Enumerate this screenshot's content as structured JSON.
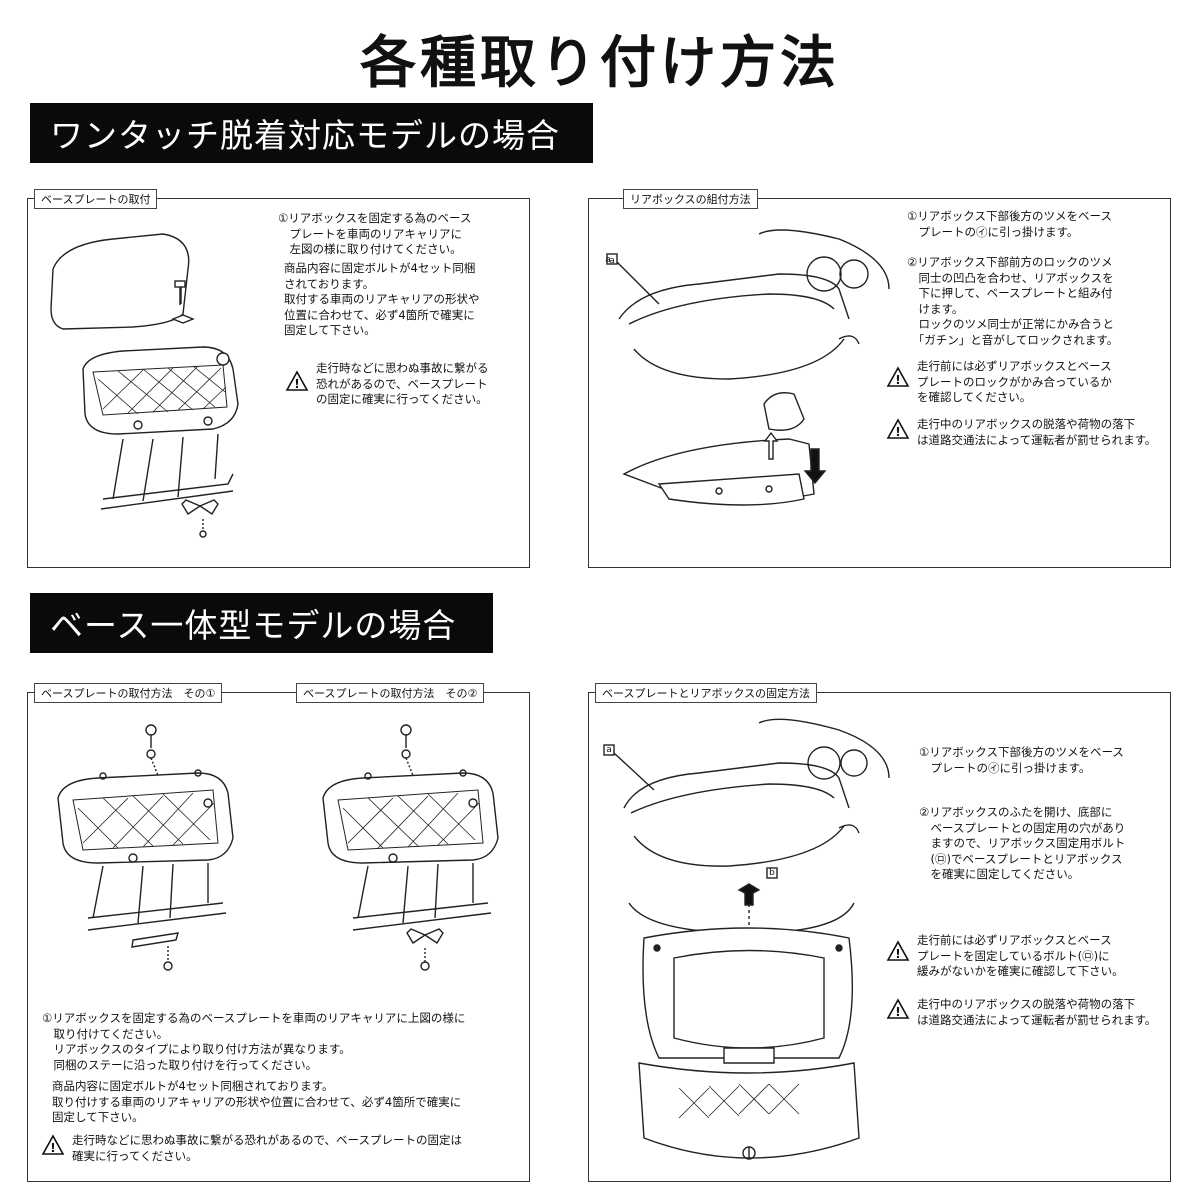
{
  "title": "各種取り付け方法",
  "section1": {
    "heading": "ワンタッチ脱着対応モデルの場合",
    "panel_a": {
      "label": "ベースプレートの取付",
      "text": "①リアボックスを固定する為のベース\n　プレートを車両のリアキャリアに\n　左図の様に取り付けてください。",
      "text2": "商品内容に固定ボルトが4セット同梱\nされております。\n取付する車両のリアキャリアの形状や\n位置に合わせて、必ず4箇所で確実に\n固定して下さい。",
      "warning": "走行時などに思わぬ事故に繋がる\n恐れがあるので、ベースプレート\nの固定に確実に行ってください。"
    },
    "panel_b": {
      "label": "リアボックスの組付方法",
      "callout": "a",
      "text1": "①リアボックス下部後方のツメをベース\n　プレートの㋑に引っ掛けます。",
      "text2": "②リアボックス下部前方のロックのツメ\n　同士の凹凸を合わせ、リアボックスを\n　下に押して、ベースプレートと組み付\n　けます。\n　ロックのツメ同士が正常にかみ合うと\n　「ガチン」と音がしてロックされます。",
      "warning1": "走行前には必ずリアボックスとベース\nプレートのロックがかみ合っているか\nを確認してください。",
      "warning2": "走行中のリアボックスの脱落や荷物の落下\nは道路交通法によって運転者が罰せられます。"
    }
  },
  "section2": {
    "heading": "ベース一体型モデルの場合",
    "panel_c": {
      "label1": "ベースプレートの取付方法　その①",
      "label2": "ベースプレートの取付方法　その②",
      "text1": "①リアボックスを固定する為のベースプレートを車両のリアキャリアに上図の様に\n　取り付けてください。\n　リアボックスのタイプにより取り付け方法が異なります。\n　同梱のステーに沿った取り付けを行ってください。",
      "text2": "商品内容に固定ボルトが4セット同梱されております。\n取り付けする車両のリアキャリアの形状や位置に合わせて、必ず4箇所で確実に\n固定して下さい。",
      "warning": "走行時などに思わぬ事故に繋がる恐れがあるので、ベースプレートの固定は\n確実に行ってください。"
    },
    "panel_d": {
      "label": "ベースプレートとリアボックスの固定方法",
      "callout_a": "a",
      "callout_b": "b",
      "text1": "①リアボックス下部後方のツメをベース\n　プレートの㋑に引っ掛けます。",
      "text2": "②リアボックスのふたを開け、底部に\n　ベースプレートとの固定用の穴があり\n　ますので、リアボックス固定用ボルト\n　(㋺)でベースプレートとリアボックス\n　を確実に固定してください。",
      "warning1": "走行前には必ずリアボックスとベース\nプレートを固定しているボルト(㋺)に\n緩みがないかを確実に確認して下さい。",
      "warning2": "走行中のリアボックスの脱落や荷物の落下\nは道路交通法によって運転者が罰せられます。"
    }
  }
}
